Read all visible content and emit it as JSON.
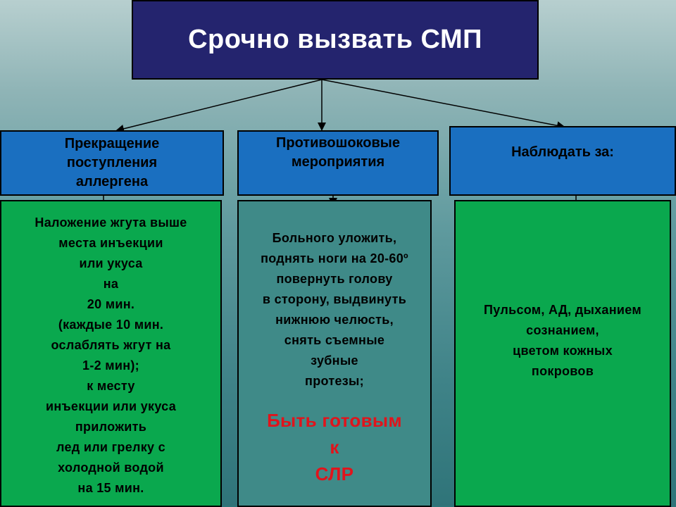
{
  "title": "Срочно вызвать СМП",
  "columns": [
    {
      "header": [
        "Прекращение",
        "поступления",
        "аллергена"
      ],
      "body": [
        "Наложение жгута выше",
        "места инъекции",
        "или укуса",
        "на",
        "20 мин.",
        "(каждые 10 мин.",
        "ослаблять жгут на",
        "1-2 мин);",
        "к месту",
        "инъекции или укуса",
        "приложить",
        "лед или грелку с",
        "холодной водой",
        "на 15 мин."
      ]
    },
    {
      "header": [
        "Противошоковые",
        "мероприятия"
      ],
      "body": [
        "Больного уложить,",
        "поднять ноги на 20-60º",
        "повернуть голову",
        "в сторону, выдвинуть",
        "нижнюю челюсть,",
        "снять съемные",
        "зубные",
        "протезы;"
      ],
      "alert": [
        "Быть готовым",
        "к",
        "СЛР"
      ]
    },
    {
      "header": [
        "Наблюдать за:"
      ],
      "body": [
        "Пульсом, АД,  дыханием",
        "сознанием,",
        "цветом кожных",
        "покровов"
      ]
    }
  ],
  "colors": {
    "title_bg": "#24246e",
    "header_bg": "#1a6fc0",
    "green_box": "#0aa84e",
    "teal_box": "#3f8a88",
    "alert_text": "#e0141c"
  }
}
